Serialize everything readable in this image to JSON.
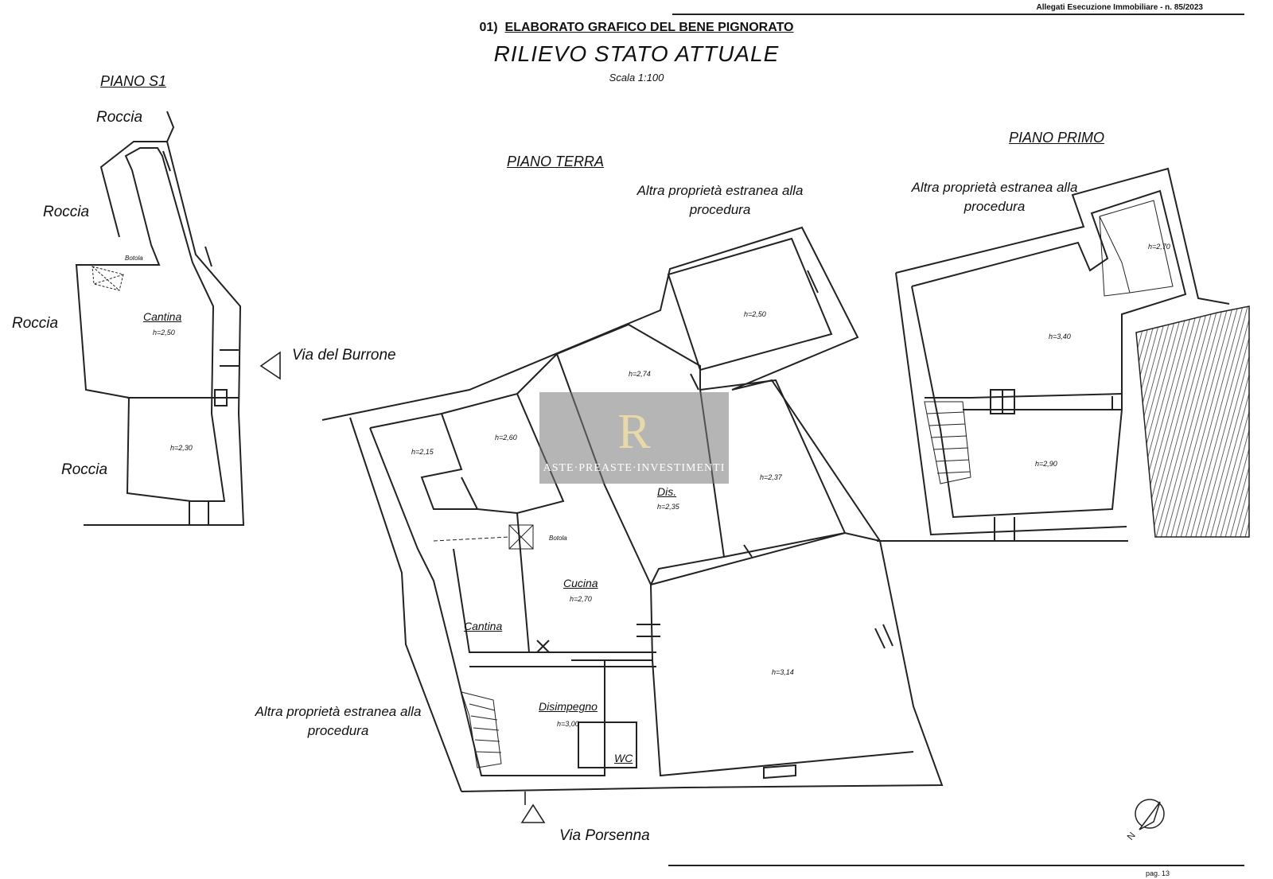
{
  "header": {
    "reference": "Allegati Esecuzione Immobiliare - n. 85/2023",
    "number": "01)",
    "title": "ELABORATO GRAFICO DEL BENE PIGNORATO",
    "subtitle": "RILIEVO STATO ATTUALE",
    "scale": "Scala 1:100"
  },
  "floors": {
    "s1": {
      "label": "PIANO S1",
      "rock_labels": [
        "Roccia",
        "Roccia",
        "Roccia",
        "Roccia"
      ],
      "trapdoor": "Botola",
      "room_name": "Cantina",
      "room_height": "h=2,50",
      "room2_height": "h=2,30",
      "street": "Via del Burrone"
    },
    "ground": {
      "label": "PIANO TERRA",
      "other_property_1": "Altra proprietà estranea alla procedura",
      "other_property_2": "Altra proprietà estranea alla procedura",
      "heights": {
        "a": "h=2,15",
        "b": "h=2,60",
        "c": "h=2,74",
        "d": "h=2,50",
        "e": "h=2,37",
        "f": "h=3,14"
      },
      "dis_label": "Dis.",
      "dis_height": "h=2,35",
      "trapdoor": "Botola",
      "kitchen": "Cucina",
      "kitchen_height": "h=2,70",
      "cellar": "Cantina",
      "hall": "Disimpegno",
      "hall_height": "h=3,00",
      "wc": "WC",
      "street": "Via Porsenna"
    },
    "first": {
      "label": "PIANO PRIMO",
      "other_property": "Altra proprietà estranea alla procedura",
      "heights": {
        "a": "h=2,70",
        "b": "h=3,40",
        "c": "h=2,90"
      }
    }
  },
  "watermark": {
    "text": "ASTE·PREASTE·INVESTIMENTI",
    "logo_letters": "R"
  },
  "footer": {
    "page": "pag. 13"
  }
}
